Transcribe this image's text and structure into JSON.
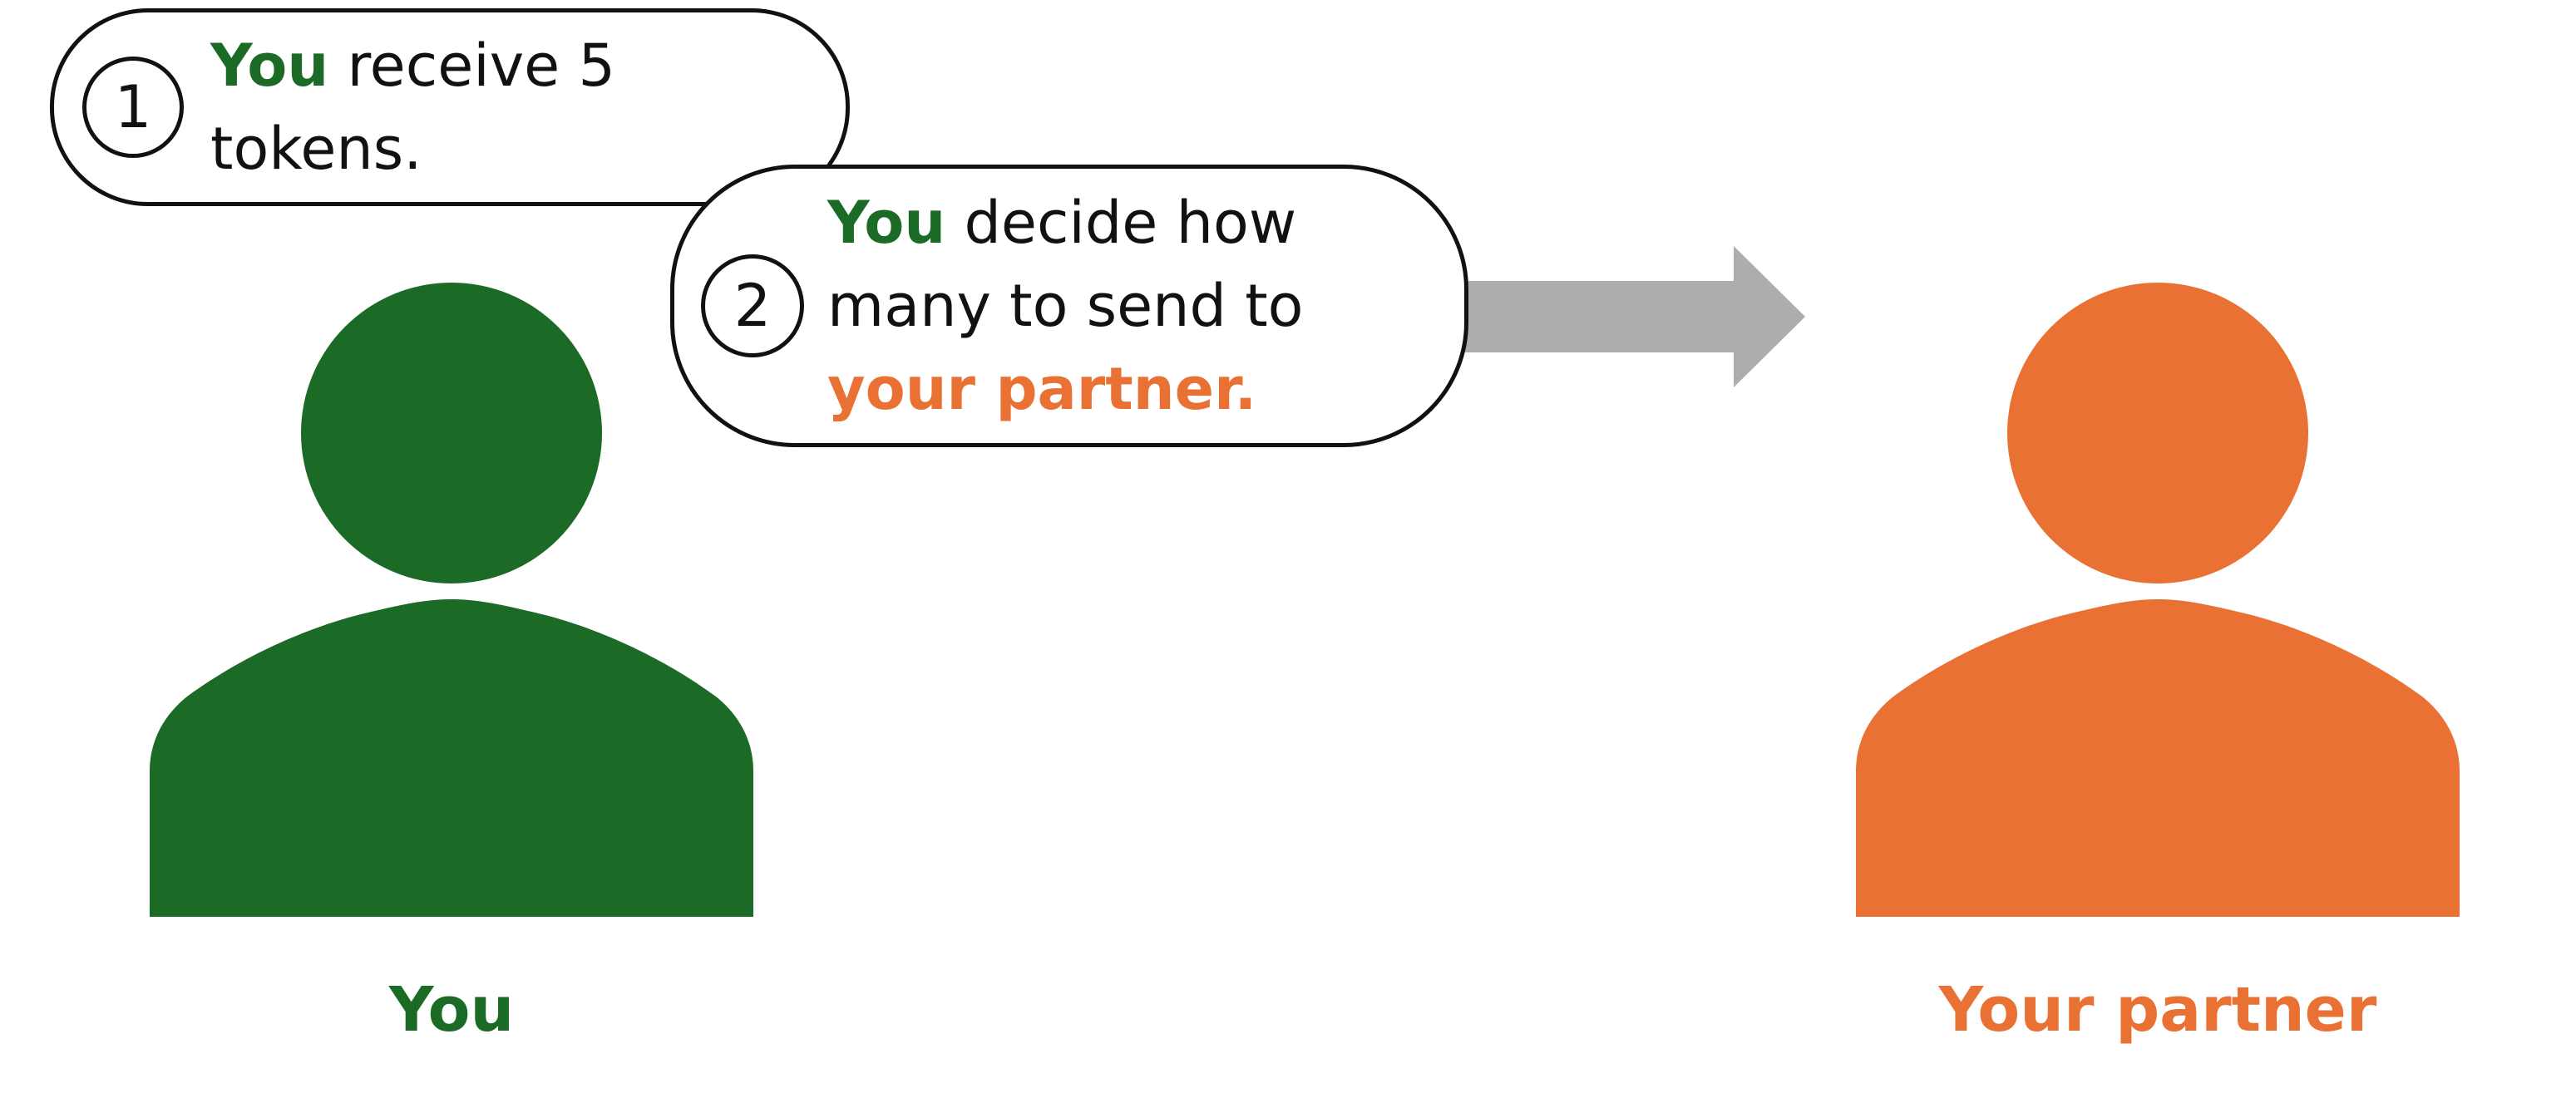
{
  "colors": {
    "you": "#1b6b26",
    "partner": "#e97133",
    "arrow": "#adadad",
    "outline": "#111111"
  },
  "people": {
    "you": {
      "icon": "person-icon",
      "label": "You"
    },
    "partner": {
      "icon": "person-icon",
      "label": "Your partner"
    }
  },
  "steps": [
    {
      "number": "1",
      "highlight": "You",
      "text_line1_rest": " receive 5",
      "text_line2": "tokens."
    },
    {
      "number": "2",
      "highlight": "You",
      "text_line1_rest": " decide how",
      "text_line2": "many to send to",
      "text_line3_highlight": "your partner."
    }
  ],
  "arrow": {
    "icon": "arrow-right-icon"
  }
}
